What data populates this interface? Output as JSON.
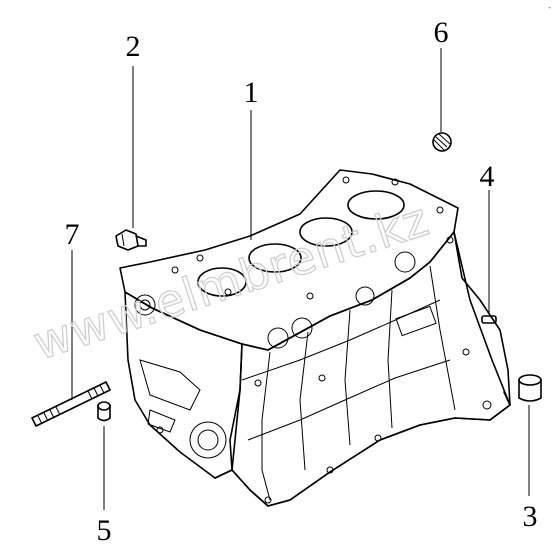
{
  "diagram": {
    "watermark": "www.elmbrent.kz",
    "callouts": [
      {
        "id": "1",
        "label": "1"
      },
      {
        "id": "2",
        "label": "2"
      },
      {
        "id": "3",
        "label": "3"
      },
      {
        "id": "4",
        "label": "4"
      },
      {
        "id": "5",
        "label": "5"
      },
      {
        "id": "6",
        "label": "6"
      },
      {
        "id": "7",
        "label": "7"
      }
    ],
    "corner_mark": "-"
  }
}
